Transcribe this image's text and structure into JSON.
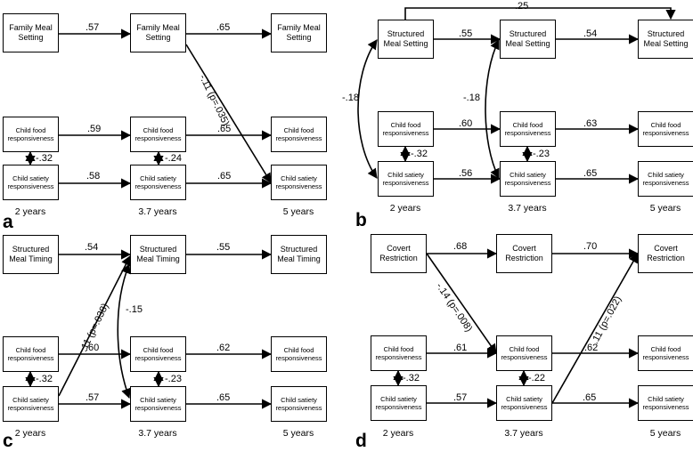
{
  "panels": {
    "a": {
      "letter": "a",
      "timepoints": [
        "2 years",
        "3.7 years",
        "5 years"
      ],
      "exposure": [
        "Family Meal\nSetting",
        "Family Meal\nSetting",
        "Family Meal\nSetting"
      ],
      "food": [
        "Child food\nresponsiveness",
        "Child food\nresponsiveness",
        "Child food\nresponsiveness"
      ],
      "satiety": [
        "Child satiety\nresponsiveness",
        "Child satiety\nresponsiveness",
        "Child satiety\nresponsiveness"
      ],
      "paths": {
        "exp_1_2": ".57",
        "exp_2_3": ".65",
        "food_1_2": ".59",
        "food_2_3": ".65",
        "sat_1_2": ".58",
        "sat_2_3": ".65",
        "corr_t1": "-.32",
        "corr_t2": "-.24",
        "cross": "-.11 (p=.035)"
      }
    },
    "b": {
      "letter": "b",
      "timepoints": [
        "2 years",
        "3.7 years",
        "5 years"
      ],
      "exposure": [
        "Structured\nMeal Setting",
        "Structured\nMeal Setting",
        "Structured\nMeal Setting"
      ],
      "food": [
        "Child food\nresponsiveness",
        "Child food\nresponsiveness",
        "Child food\nresponsiveness"
      ],
      "satiety": [
        "Child satiety\nresponsiveness",
        "Child satiety\nresponsiveness",
        "Child satiety\nresponsiveness"
      ],
      "paths": {
        "exp_1_3": ".25",
        "exp_1_2": ".55",
        "exp_2_3": ".54",
        "food_1_2": ".60",
        "food_2_3": ".63",
        "sat_1_2": ".56",
        "sat_2_3": ".65",
        "corr_t1": "-.32",
        "corr_t2": "-.23",
        "curve_t1": "-.18",
        "curve_t2": "-.18"
      }
    },
    "c": {
      "letter": "c",
      "timepoints": [
        "2 years",
        "3.7 years",
        "5 years"
      ],
      "exposure": [
        "Structured\nMeal Timing",
        "Structured\nMeal Timing",
        "Structured\nMeal Timing"
      ],
      "food": [
        "Child food\nresponsiveness",
        "Child food\nresponsiveness",
        "Child food\nresponsiveness"
      ],
      "satiety": [
        "Child satiety\nresponsiveness",
        "Child satiety\nresponsiveness",
        "Child satiety\nresponsiveness"
      ],
      "paths": {
        "exp_1_2": ".54",
        "exp_2_3": ".55",
        "food_1_2": ".60",
        "food_2_3": ".62",
        "sat_1_2": ".57",
        "sat_2_3": ".65",
        "corr_t1": "-.32",
        "corr_t2": "-.23",
        "cross": ".11 (p=.038)",
        "curve_t2": "-.15"
      }
    },
    "d": {
      "letter": "d",
      "timepoints": [
        "2 years",
        "3.7 years",
        "5 years"
      ],
      "exposure": [
        "Covert\nRestriction",
        "Covert\nRestriction",
        "Covert\nRestriction"
      ],
      "food": [
        "Child food\nresponsiveness",
        "Child food\nresponsiveness",
        "Child food\nresponsiveness"
      ],
      "satiety": [
        "Child satiety\nresponsiveness",
        "Child satiety\nresponsiveness",
        "Child satiety\nresponsiveness"
      ],
      "paths": {
        "exp_1_2": ".68",
        "exp_2_3": ".70",
        "food_1_2": ".61",
        "food_2_3": ".62",
        "sat_1_2": ".57",
        "sat_2_3": ".65",
        "corr_t1": "-.32",
        "corr_t2": "-.22",
        "cross_down": "-.14 (p=.008)",
        "cross_up": ".11 (p=.022)"
      }
    }
  }
}
